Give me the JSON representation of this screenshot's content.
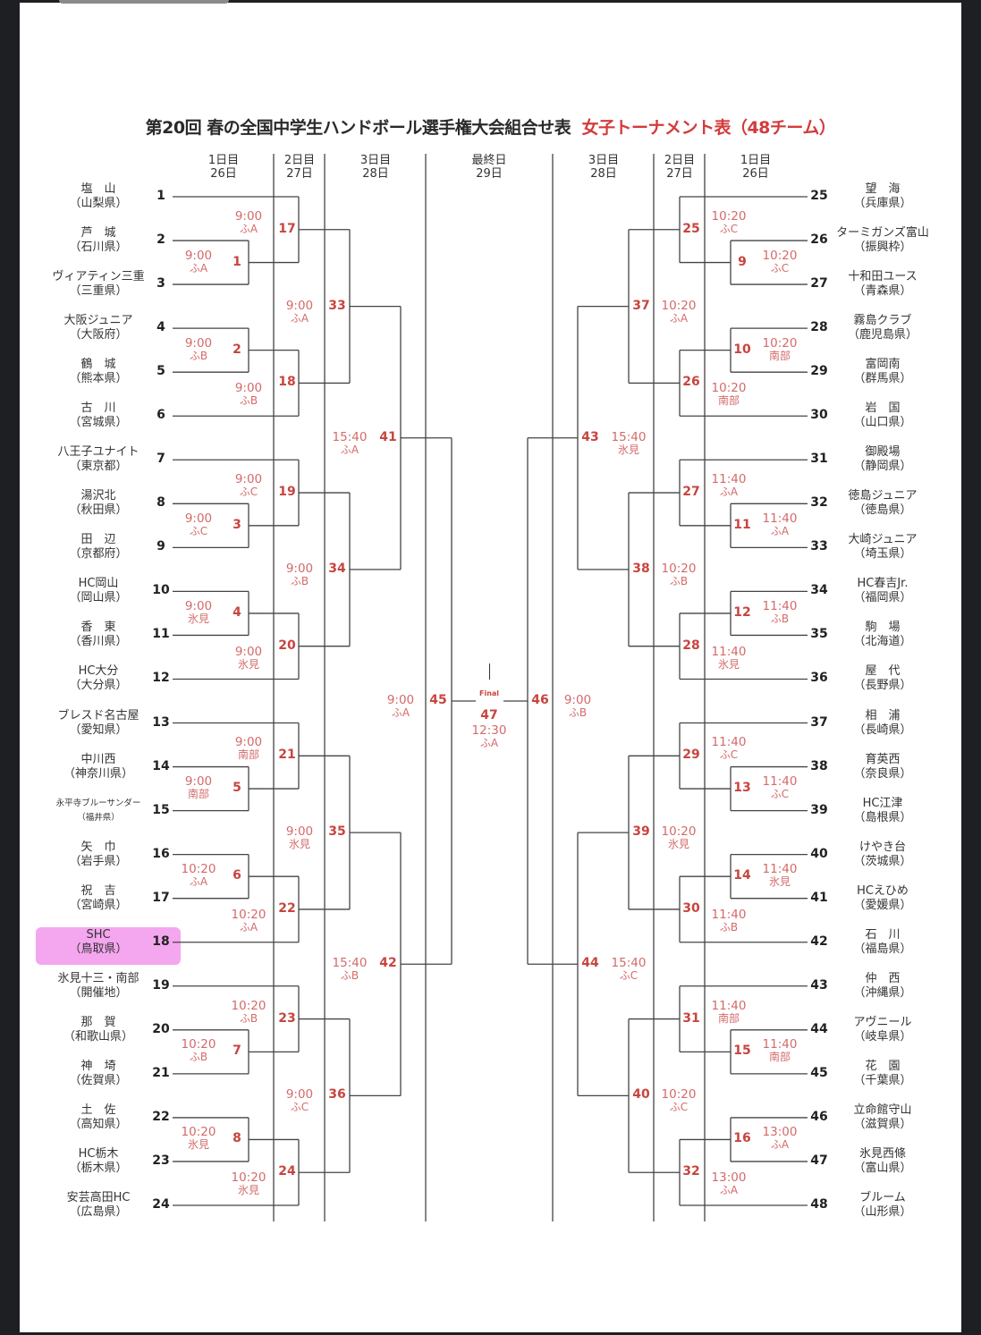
{
  "title": {
    "main": "第20回 春の全国中学生ハンドボール選手権大会組合せ表",
    "sub": "女子トーナメント表（48チーム）"
  },
  "day_headers": {
    "left": [
      {
        "day": "1日目",
        "date": "26日"
      },
      {
        "day": "2日目",
        "date": "27日"
      },
      {
        "day": "3日目",
        "date": "28日"
      }
    ],
    "center": {
      "day": "最終日",
      "date": "29日"
    },
    "right": [
      {
        "day": "3日目",
        "date": "28日"
      },
      {
        "day": "2日目",
        "date": "27日"
      },
      {
        "day": "1日目",
        "date": "26日"
      }
    ]
  },
  "teams": [
    {
      "seed": "1",
      "name": "塩　山",
      "pref": "（山梨県）"
    },
    {
      "seed": "2",
      "name": "芦　城",
      "pref": "（石川県）"
    },
    {
      "seed": "3",
      "name": "ヴィアティン三重",
      "pref": "（三重県）"
    },
    {
      "seed": "4",
      "name": "大阪ジュニア",
      "pref": "（大阪府）"
    },
    {
      "seed": "5",
      "name": "鶴　城",
      "pref": "（熊本県）"
    },
    {
      "seed": "6",
      "name": "古　川",
      "pref": "（宮城県）"
    },
    {
      "seed": "7",
      "name": "八王子ユナイト",
      "pref": "（東京都）"
    },
    {
      "seed": "8",
      "name": "湯沢北",
      "pref": "（秋田県）"
    },
    {
      "seed": "9",
      "name": "田　辺",
      "pref": "（京都府）"
    },
    {
      "seed": "10",
      "name": "HC岡山",
      "pref": "（岡山県）"
    },
    {
      "seed": "11",
      "name": "香　東",
      "pref": "（香川県）"
    },
    {
      "seed": "12",
      "name": "HC大分",
      "pref": "（大分県）"
    },
    {
      "seed": "13",
      "name": "ブレスド名古屋",
      "pref": "（愛知県）"
    },
    {
      "seed": "14",
      "name": "中川西",
      "pref": "（神奈川県）"
    },
    {
      "seed": "15",
      "name": "永平寺ブルーサンダー",
      "pref": "（福井県）"
    },
    {
      "seed": "16",
      "name": "矢　巾",
      "pref": "（岩手県）"
    },
    {
      "seed": "17",
      "name": "祝　吉",
      "pref": "（宮崎県）"
    },
    {
      "seed": "18",
      "name": "SHC",
      "pref": "（鳥取県）",
      "highlighted": true
    },
    {
      "seed": "19",
      "name": "氷見十三・南部",
      "pref": "（開催地）"
    },
    {
      "seed": "20",
      "name": "那　賀",
      "pref": "（和歌山県）"
    },
    {
      "seed": "21",
      "name": "神　埼",
      "pref": "（佐賀県）"
    },
    {
      "seed": "22",
      "name": "土　佐",
      "pref": "（高知県）"
    },
    {
      "seed": "23",
      "name": "HC栃木",
      "pref": "（栃木県）"
    },
    {
      "seed": "24",
      "name": "安芸高田HC",
      "pref": "（広島県）"
    },
    {
      "seed": "25",
      "name": "望　海",
      "pref": "（兵庫県）"
    },
    {
      "seed": "26",
      "name": "ターミガンズ富山",
      "pref": "（振興枠）"
    },
    {
      "seed": "27",
      "name": "十和田ユース",
      "pref": "（青森県）"
    },
    {
      "seed": "28",
      "name": "霧島クラブ",
      "pref": "（鹿児島県）"
    },
    {
      "seed": "29",
      "name": "富岡南",
      "pref": "（群馬県）"
    },
    {
      "seed": "30",
      "name": "岩　国",
      "pref": "（山口県）"
    },
    {
      "seed": "31",
      "name": "御殿場",
      "pref": "（静岡県）"
    },
    {
      "seed": "32",
      "name": "徳島ジュニア",
      "pref": "（徳島県）"
    },
    {
      "seed": "33",
      "name": "大崎ジュニア",
      "pref": "（埼玉県）"
    },
    {
      "seed": "34",
      "name": "HC春吉Jr.",
      "pref": "（福岡県）"
    },
    {
      "seed": "35",
      "name": "駒　場",
      "pref": "（北海道）"
    },
    {
      "seed": "36",
      "name": "屋　代",
      "pref": "（長野県）"
    },
    {
      "seed": "37",
      "name": "相　浦",
      "pref": "（長崎県）"
    },
    {
      "seed": "38",
      "name": "育英西",
      "pref": "（奈良県）"
    },
    {
      "seed": "39",
      "name": "HC江津",
      "pref": "（島根県）"
    },
    {
      "seed": "40",
      "name": "けやき台",
      "pref": "（茨城県）"
    },
    {
      "seed": "41",
      "name": "HCえひめ",
      "pref": "（愛媛県）"
    },
    {
      "seed": "42",
      "name": "石　川",
      "pref": "（福島県）"
    },
    {
      "seed": "43",
      "name": "仲　西",
      "pref": "（沖縄県）"
    },
    {
      "seed": "44",
      "name": "アヴニール",
      "pref": "（岐阜県）"
    },
    {
      "seed": "45",
      "name": "花　園",
      "pref": "（千葉県）"
    },
    {
      "seed": "46",
      "name": "立命館守山",
      "pref": "（滋賀県）"
    },
    {
      "seed": "47",
      "name": "氷見西條",
      "pref": "（富山県）"
    },
    {
      "seed": "48",
      "name": "ブルーム",
      "pref": "（山形県）"
    }
  ],
  "matches": [
    {
      "no": "1",
      "time": "9:00",
      "venue": "ふA"
    },
    {
      "no": "2",
      "time": "9:00",
      "venue": "ふB"
    },
    {
      "no": "3",
      "time": "9:00",
      "venue": "ふC"
    },
    {
      "no": "4",
      "time": "9:00",
      "venue": "氷見"
    },
    {
      "no": "5",
      "time": "9:00",
      "venue": "南部"
    },
    {
      "no": "6",
      "time": "10:20",
      "venue": "ふA"
    },
    {
      "no": "7",
      "time": "10:20",
      "venue": "ふB"
    },
    {
      "no": "8",
      "time": "10:20",
      "venue": "氷見"
    },
    {
      "no": "9",
      "time": "10:20",
      "venue": "ふC"
    },
    {
      "no": "10",
      "time": "10:20",
      "venue": "南部"
    },
    {
      "no": "11",
      "time": "11:40",
      "venue": "ふA"
    },
    {
      "no": "12",
      "time": "11:40",
      "venue": "ふB"
    },
    {
      "no": "13",
      "time": "11:40",
      "venue": "ふC"
    },
    {
      "no": "14",
      "time": "11:40",
      "venue": "氷見"
    },
    {
      "no": "15",
      "time": "11:40",
      "venue": "南部"
    },
    {
      "no": "16",
      "time": "13:00",
      "venue": "ふA"
    },
    {
      "no": "17",
      "time": "9:00",
      "venue": "ふA"
    },
    {
      "no": "18",
      "time": "9:00",
      "venue": "ふB"
    },
    {
      "no": "19",
      "time": "9:00",
      "venue": "ふC"
    },
    {
      "no": "20",
      "time": "9:00",
      "venue": "氷見"
    },
    {
      "no": "21",
      "time": "9:00",
      "venue": "南部"
    },
    {
      "no": "22",
      "time": "10:20",
      "venue": "ふA"
    },
    {
      "no": "23",
      "time": "10:20",
      "venue": "ふB"
    },
    {
      "no": "24",
      "time": "10:20",
      "venue": "氷見"
    },
    {
      "no": "25",
      "time": "10:20",
      "venue": "ふC"
    },
    {
      "no": "26",
      "time": "10:20",
      "venue": "南部"
    },
    {
      "no": "27",
      "time": "11:40",
      "venue": "ふA"
    },
    {
      "no": "28",
      "time": "11:40",
      "venue": "氷見"
    },
    {
      "no": "29",
      "time": "11:40",
      "venue": "ふC"
    },
    {
      "no": "30",
      "time": "11:40",
      "venue": "ふB"
    },
    {
      "no": "31",
      "time": "11:40",
      "venue": "南部"
    },
    {
      "no": "32",
      "time": "13:00",
      "venue": "ふA"
    },
    {
      "no": "33",
      "time": "9:00",
      "venue": "ふA"
    },
    {
      "no": "34",
      "time": "9:00",
      "venue": "ふB"
    },
    {
      "no": "35",
      "time": "9:00",
      "venue": "氷見"
    },
    {
      "no": "36",
      "time": "9:00",
      "venue": "ふC"
    },
    {
      "no": "37",
      "time": "10:20",
      "venue": "ふA"
    },
    {
      "no": "38",
      "time": "10:20",
      "venue": "ふB"
    },
    {
      "no": "39",
      "time": "10:20",
      "venue": "氷見"
    },
    {
      "no": "40",
      "time": "10:20",
      "venue": "ふC"
    },
    {
      "no": "41",
      "time": "15:40",
      "venue": "ふA"
    },
    {
      "no": "42",
      "time": "15:40",
      "venue": "ふB"
    },
    {
      "no": "43",
      "time": "15:40",
      "venue": "氷見"
    },
    {
      "no": "44",
      "time": "15:40",
      "venue": "ふC"
    },
    {
      "no": "45",
      "time": "9:00",
      "venue": "ふA"
    },
    {
      "no": "46",
      "time": "9:00",
      "venue": "ふB"
    },
    {
      "no": "47",
      "time": "12:30",
      "venue": "ふA"
    }
  ],
  "final": {
    "label": "Final",
    "match_no": "47",
    "time": "12:30",
    "venue": "ふA"
  },
  "highlight_color": "#f4a6ee",
  "accent_color": "#c7453f"
}
